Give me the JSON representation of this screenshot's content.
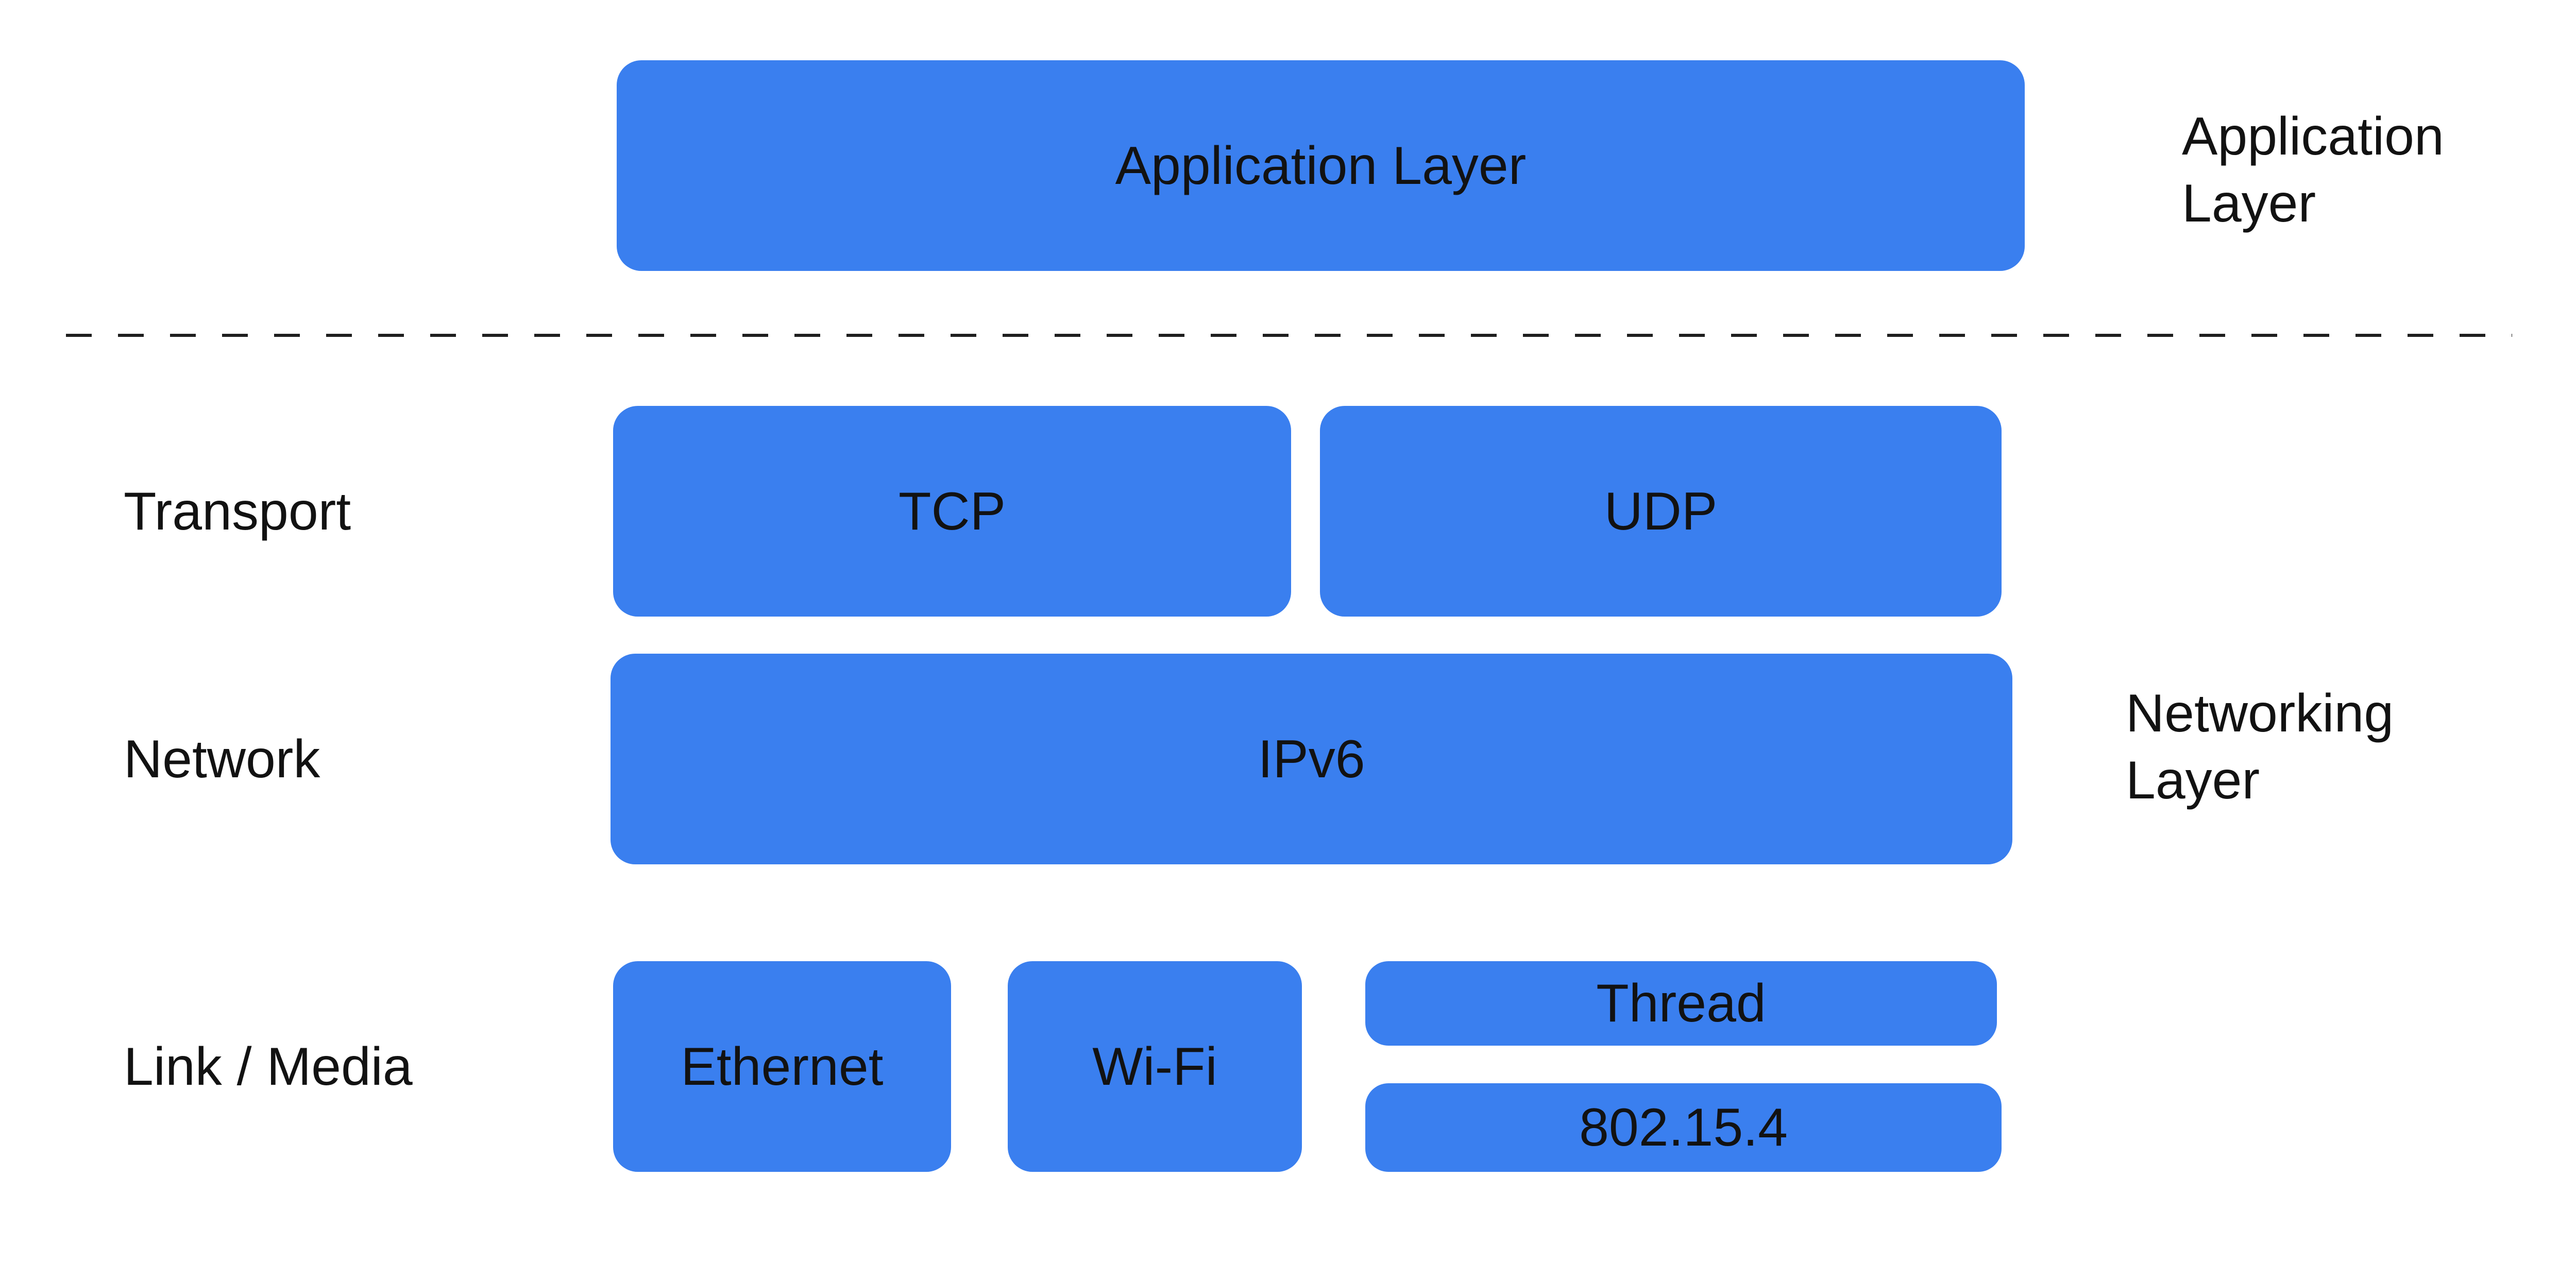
{
  "colors": {
    "background": "#ffffff",
    "box_fill": "#3a7fef",
    "text": "#121212",
    "dash_line": "#1f1f1f"
  },
  "diagram": {
    "top_box_label": "Application Layer",
    "side_label_application": "Application Layer",
    "side_label_networking": "Networking Layer",
    "row_labels": {
      "transport": "Transport",
      "network": "Network",
      "link_media": "Link / Media"
    },
    "protocol_boxes": {
      "tcp": "TCP",
      "udp": "UDP",
      "ipv6": "IPv6",
      "ethernet": "Ethernet",
      "wifi": "Wi-Fi",
      "thread": "Thread",
      "ieee_802_15_4": "802.15.4"
    }
  }
}
